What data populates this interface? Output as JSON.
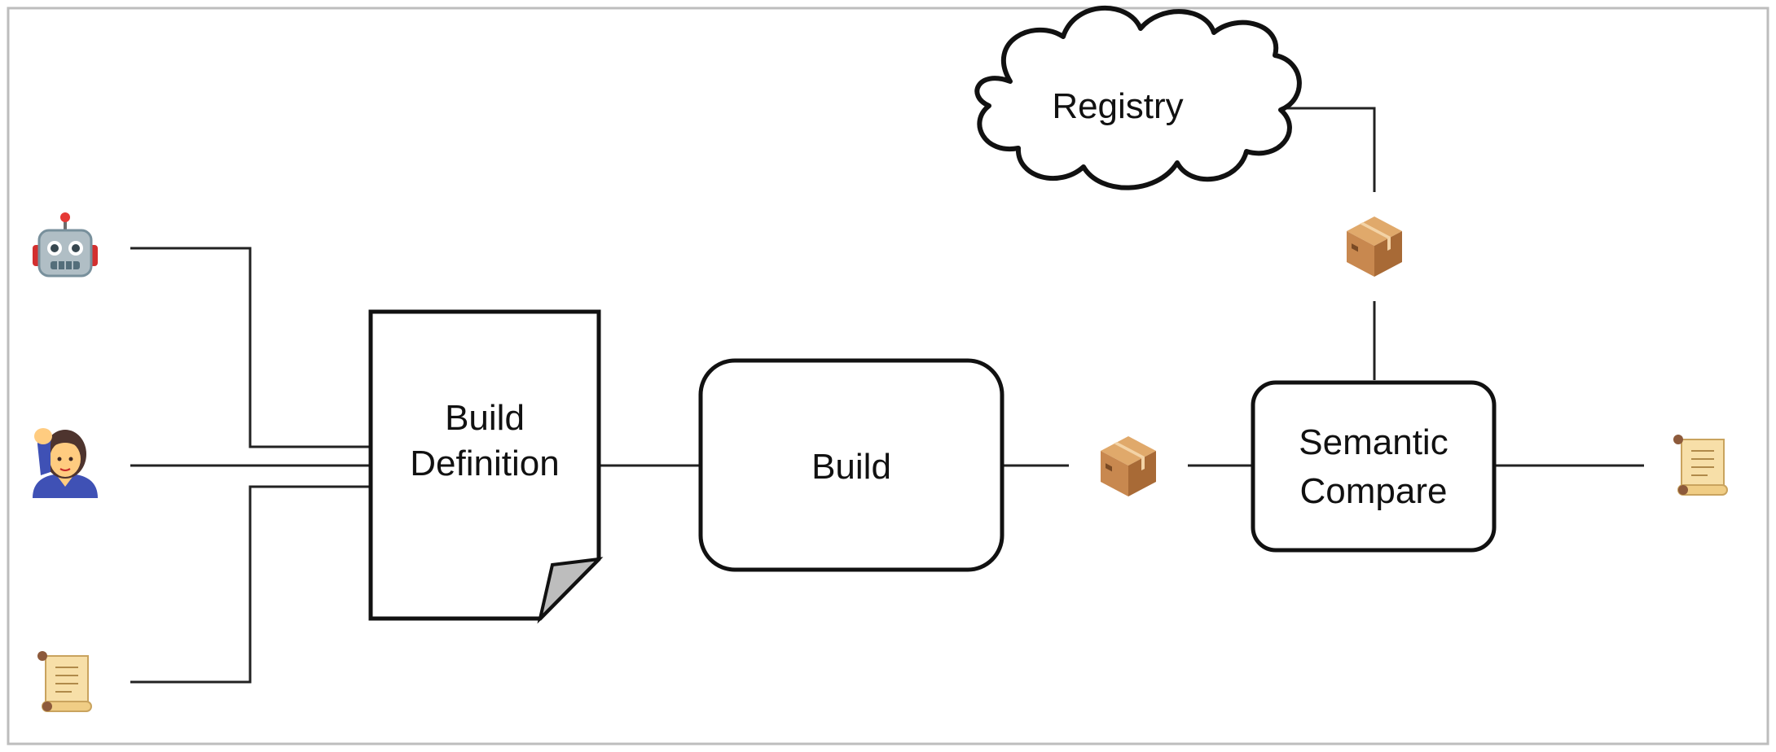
{
  "nodes": {
    "build_definition": {
      "line1": "Build",
      "line2": "Definition"
    },
    "build": {
      "label": "Build"
    },
    "semantic_compare": {
      "line1": "Semantic",
      "line2": "Compare"
    },
    "registry": {
      "label": "Registry"
    }
  },
  "icons": {
    "robot": "robot-icon",
    "person": "person-raising-hand-icon",
    "scroll_input": "scroll-icon",
    "package_build": "package-icon",
    "package_registry": "package-icon",
    "scroll_output": "scroll-icon"
  },
  "colors": {
    "stroke": "#111111",
    "frame": "#bdbdbd",
    "fold": "#bdbdbd",
    "package": "#c8884f",
    "scroll": "#f7dfa8"
  }
}
